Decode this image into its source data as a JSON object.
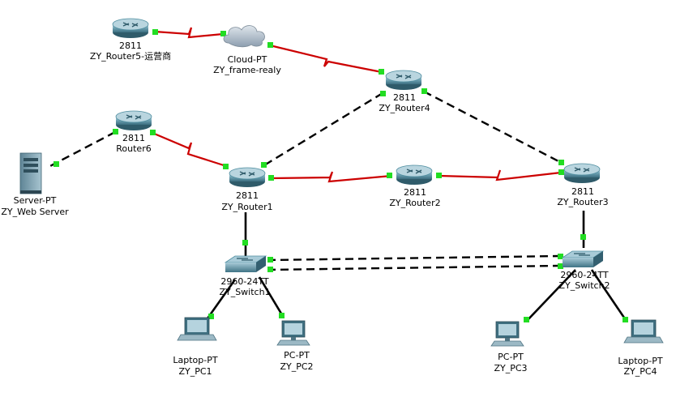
{
  "colors": {
    "background": "#ffffff",
    "serial_link": "#cc0000",
    "ethernet_link": "#000000",
    "port_indicator": "#22dd22",
    "router_body": "#4f8ea0",
    "switch_body": "#4f8ea0",
    "cloud_body": "#a8b8c6"
  },
  "devices": [
    {
      "id": "router5",
      "kind": "router",
      "model": "2811",
      "name": "ZY_Router5-运营商"
    },
    {
      "id": "cloud",
      "kind": "cloud",
      "model": "Cloud-PT",
      "name": "ZY_frame-realy"
    },
    {
      "id": "router4",
      "kind": "router",
      "model": "2811",
      "name": "ZY_Router4"
    },
    {
      "id": "router6",
      "kind": "router",
      "model": "2811",
      "name": "Router6"
    },
    {
      "id": "server",
      "kind": "server",
      "model": "Server-PT",
      "name": "ZY_Web Server"
    },
    {
      "id": "router1",
      "kind": "router",
      "model": "2811",
      "name": "ZY_Router1"
    },
    {
      "id": "router2",
      "kind": "router",
      "model": "2811",
      "name": "ZY_Router2"
    },
    {
      "id": "router3",
      "kind": "router",
      "model": "2811",
      "name": "ZY_Router3"
    },
    {
      "id": "switch1",
      "kind": "switch",
      "model": "2960-24TT",
      "name": "ZY_Switch1"
    },
    {
      "id": "switch2",
      "kind": "switch",
      "model": "2960-24TT",
      "name": "ZY_Switch2"
    },
    {
      "id": "laptop1",
      "kind": "laptop",
      "model": "Laptop-PT",
      "name": "ZY_PC1"
    },
    {
      "id": "pc2",
      "kind": "pc",
      "model": "PC-PT",
      "name": "ZY_PC2"
    },
    {
      "id": "pc3",
      "kind": "pc",
      "model": "PC-PT",
      "name": "ZY_PC3"
    },
    {
      "id": "laptop4",
      "kind": "laptop",
      "model": "Laptop-PT",
      "name": "ZY_PC4"
    }
  ],
  "links": [
    {
      "from": "router5",
      "to": "cloud",
      "type": "serial"
    },
    {
      "from": "cloud",
      "to": "router4",
      "type": "serial"
    },
    {
      "from": "router4",
      "to": "router1",
      "type": "crossover"
    },
    {
      "from": "router4",
      "to": "router3",
      "type": "crossover"
    },
    {
      "from": "router6",
      "to": "server",
      "type": "crossover"
    },
    {
      "from": "router6",
      "to": "router1",
      "type": "serial"
    },
    {
      "from": "router1",
      "to": "router2",
      "type": "serial"
    },
    {
      "from": "router2",
      "to": "router3",
      "type": "serial"
    },
    {
      "from": "router1",
      "to": "switch1",
      "type": "straight"
    },
    {
      "from": "router3",
      "to": "switch2",
      "type": "straight"
    },
    {
      "from": "switch1",
      "to": "switch2",
      "type": "crossover"
    },
    {
      "from": "switch1",
      "to": "switch2",
      "type": "crossover"
    },
    {
      "from": "switch1",
      "to": "laptop1",
      "type": "straight"
    },
    {
      "from": "switch1",
      "to": "pc2",
      "type": "straight"
    },
    {
      "from": "switch2",
      "to": "pc3",
      "type": "straight"
    },
    {
      "from": "switch2",
      "to": "laptop4",
      "type": "straight"
    }
  ]
}
